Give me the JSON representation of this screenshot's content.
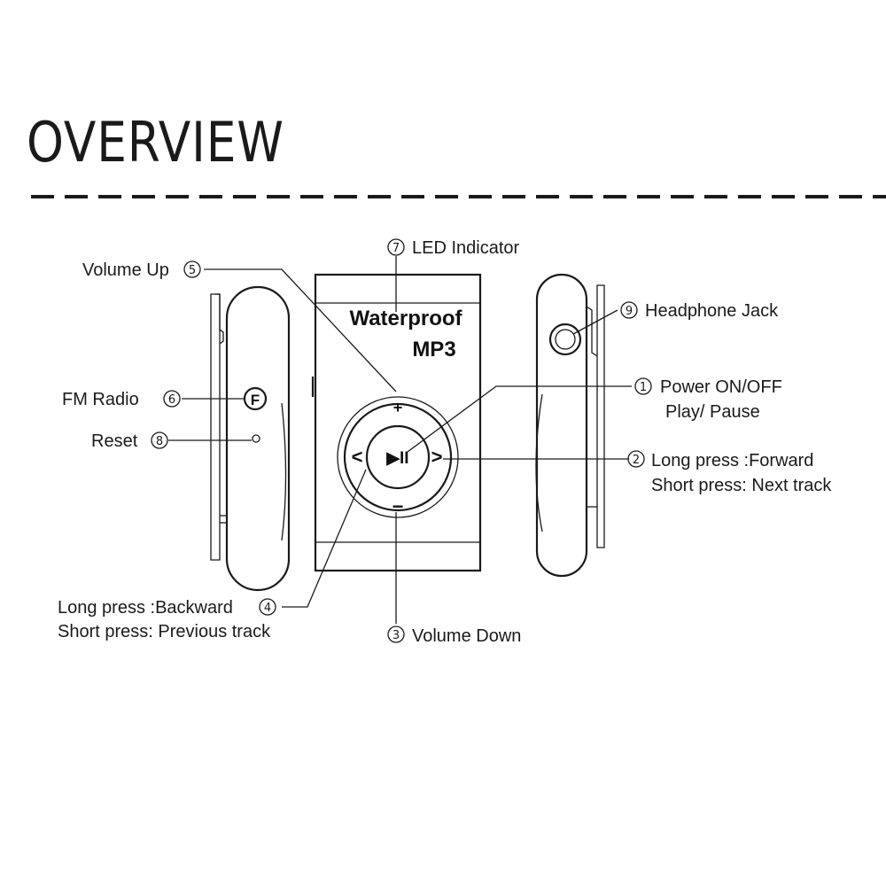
{
  "title": "OVERVIEW",
  "device": {
    "brand_line1": "Waterproof",
    "brand_line2": "MP3",
    "plus_sign": "+",
    "minus_sign": "−",
    "left_arrow": "<",
    "right_arrow": ">",
    "play_pause_symbol": "▶II",
    "fm_key": "F"
  },
  "callouts": [
    {
      "id": "power",
      "number": "①",
      "lines": [
        "Power ON/OFF",
        "Play/ Pause"
      ]
    },
    {
      "id": "forward",
      "number": "②",
      "lines": [
        "Long press :Forward",
        "Short press: Next track"
      ]
    },
    {
      "id": "volume-down",
      "number": "③",
      "lines": [
        "Volume Down"
      ]
    },
    {
      "id": "backward",
      "number": "④",
      "lines": [
        "Long press :Backward",
        "Short press: Previous track"
      ]
    },
    {
      "id": "volume-up",
      "number": "⑤",
      "lines": [
        "Volume Up"
      ]
    },
    {
      "id": "fm-radio",
      "number": "⑥",
      "lines": [
        "FM Radio"
      ]
    },
    {
      "id": "led",
      "number": "⑦",
      "lines": [
        "LED Indicator"
      ]
    },
    {
      "id": "reset",
      "number": "⑧",
      "lines": [
        "Reset"
      ]
    },
    {
      "id": "headphone",
      "number": "⑨",
      "lines": [
        "Headphone Jack"
      ]
    }
  ]
}
